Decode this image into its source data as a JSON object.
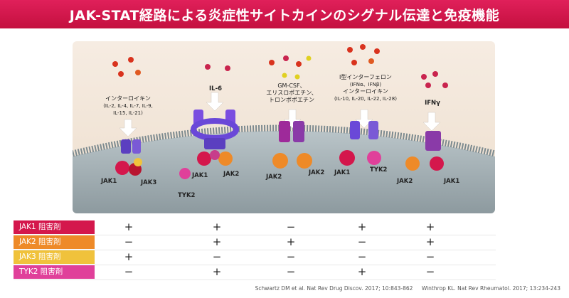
{
  "header": {
    "title": "JAK-STAT経路による炎症性サイトカインのシグナル伝達と免疫機能"
  },
  "colors": {
    "header": "#d4174c",
    "jak1": "#d4174c",
    "jak2": "#ee8a28",
    "jak3": "#f0c23c",
    "tyk2": "#e0409a",
    "membrane": "#9aa7ab"
  },
  "pathways": [
    {
      "ligand_lines": [
        "インターロイキン",
        "(IL-2, IL-4, IL-7, IL-9,",
        "IL-15, IL-21)"
      ],
      "kinases": [
        "JAK1",
        "JAK3"
      ]
    },
    {
      "ligand_lines": [
        "IL-6"
      ],
      "kinases": [
        "JAK1",
        "JAK2",
        "TYK2"
      ]
    },
    {
      "ligand_lines": [
        "GM-CSF、",
        "エリスロポエチン、",
        "トロンボポエチン"
      ],
      "kinases": [
        "JAK2",
        "JAK2"
      ]
    },
    {
      "ligand_lines": [
        "Ⅰ型インターフェロン",
        "(IFNα、IFNβ)",
        "インターロイキン",
        "(IL-10, IL-20, IL-22, IL-28)"
      ],
      "kinases": [
        "JAK1",
        "TYK2"
      ]
    },
    {
      "ligand_lines": [
        "IFNγ"
      ],
      "kinases": [
        "JAK2",
        "JAK1"
      ]
    }
  ],
  "inhibitor_table": {
    "rows": [
      {
        "label": "JAK1 阻害剤",
        "color": "#d4174c",
        "values": [
          "+",
          "+",
          "−",
          "+",
          "+"
        ]
      },
      {
        "label": "JAK2 阻害剤",
        "color": "#ee8a28",
        "values": [
          "−",
          "+",
          "+",
          "−",
          "+"
        ]
      },
      {
        "label": "JAK3 阻害剤",
        "color": "#f0c23c",
        "values": [
          "+",
          "−",
          "−",
          "−",
          "−"
        ]
      },
      {
        "label": "TYK2 阻害剤",
        "color": "#e0409a",
        "values": [
          "−",
          "+",
          "−",
          "+",
          "−"
        ]
      }
    ]
  },
  "references": [
    "Schwartz DM et al. Nat Rev Drug Discov. 2017; 10:843-862",
    "Winthrop KL. Nat Rev Rheumatol. 2017; 13:234-243"
  ]
}
